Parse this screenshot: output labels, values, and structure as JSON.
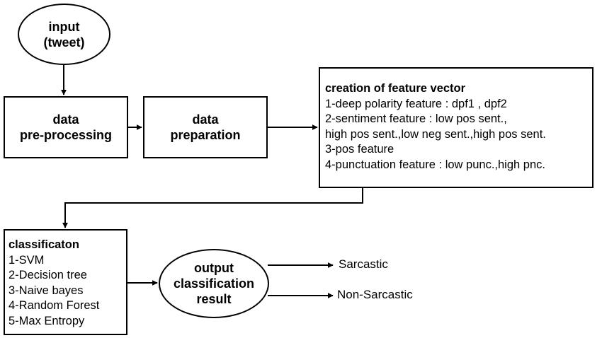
{
  "input_node": {
    "line1": "input",
    "line2": "(tweet)"
  },
  "preprocessing_node": {
    "line1": "data",
    "line2": "pre-processing"
  },
  "preparation_node": {
    "line1": "data",
    "line2": "preparation"
  },
  "feature_vector_node": {
    "title": "creation of feature vector",
    "lines": [
      "1-deep polarity feature : dpf1 , dpf2",
      "2-sentiment feature : low pos sent.,",
      "high pos sent.,low neg sent.,high pos sent.",
      "3-pos feature",
      "4-punctuation feature : low punc.,high pnc."
    ]
  },
  "classification_node": {
    "title": "classificaton",
    "items": [
      "1-SVM",
      "2-Decision tree",
      "3-Naive bayes",
      "4-Random Forest",
      "5-Max Entropy"
    ]
  },
  "output_node": {
    "line1": "output",
    "line2": "classification",
    "line3": "result"
  },
  "outcomes": {
    "sarcastic": "Sarcastic",
    "non_sarcastic": "Non-Sarcastic"
  }
}
